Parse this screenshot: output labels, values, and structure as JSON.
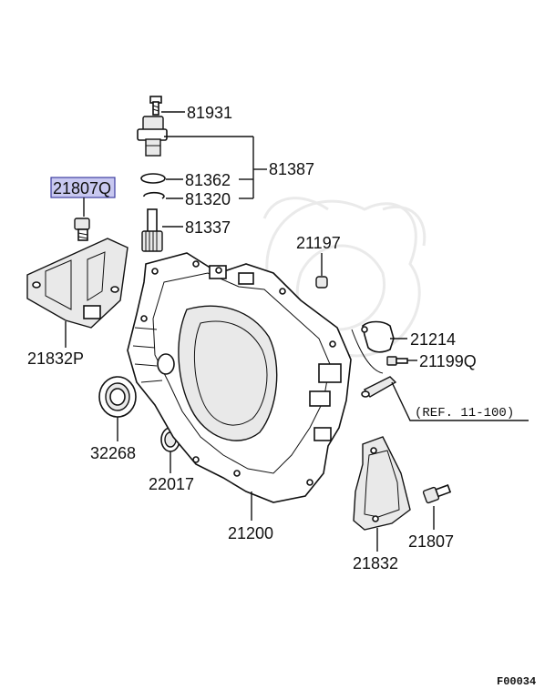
{
  "diagram": {
    "parts": {
      "p81931": "81931",
      "p81387": "81387",
      "p81362": "81362",
      "p81320": "81320",
      "p81337": "81337",
      "p21807Q": "21807Q",
      "p21832P": "21832P",
      "p21197": "21197",
      "p21214": "21214",
      "p21199Q": "21199Q",
      "p32268": "32268",
      "p22017": "22017",
      "p21200": "21200",
      "p21807": "21807",
      "p21832": "21832"
    },
    "reference": "(REF. 11-100)",
    "figure_code": "F00034",
    "highlight_color": "#c8c8f0",
    "highlight_border": "#3c3ca0"
  }
}
